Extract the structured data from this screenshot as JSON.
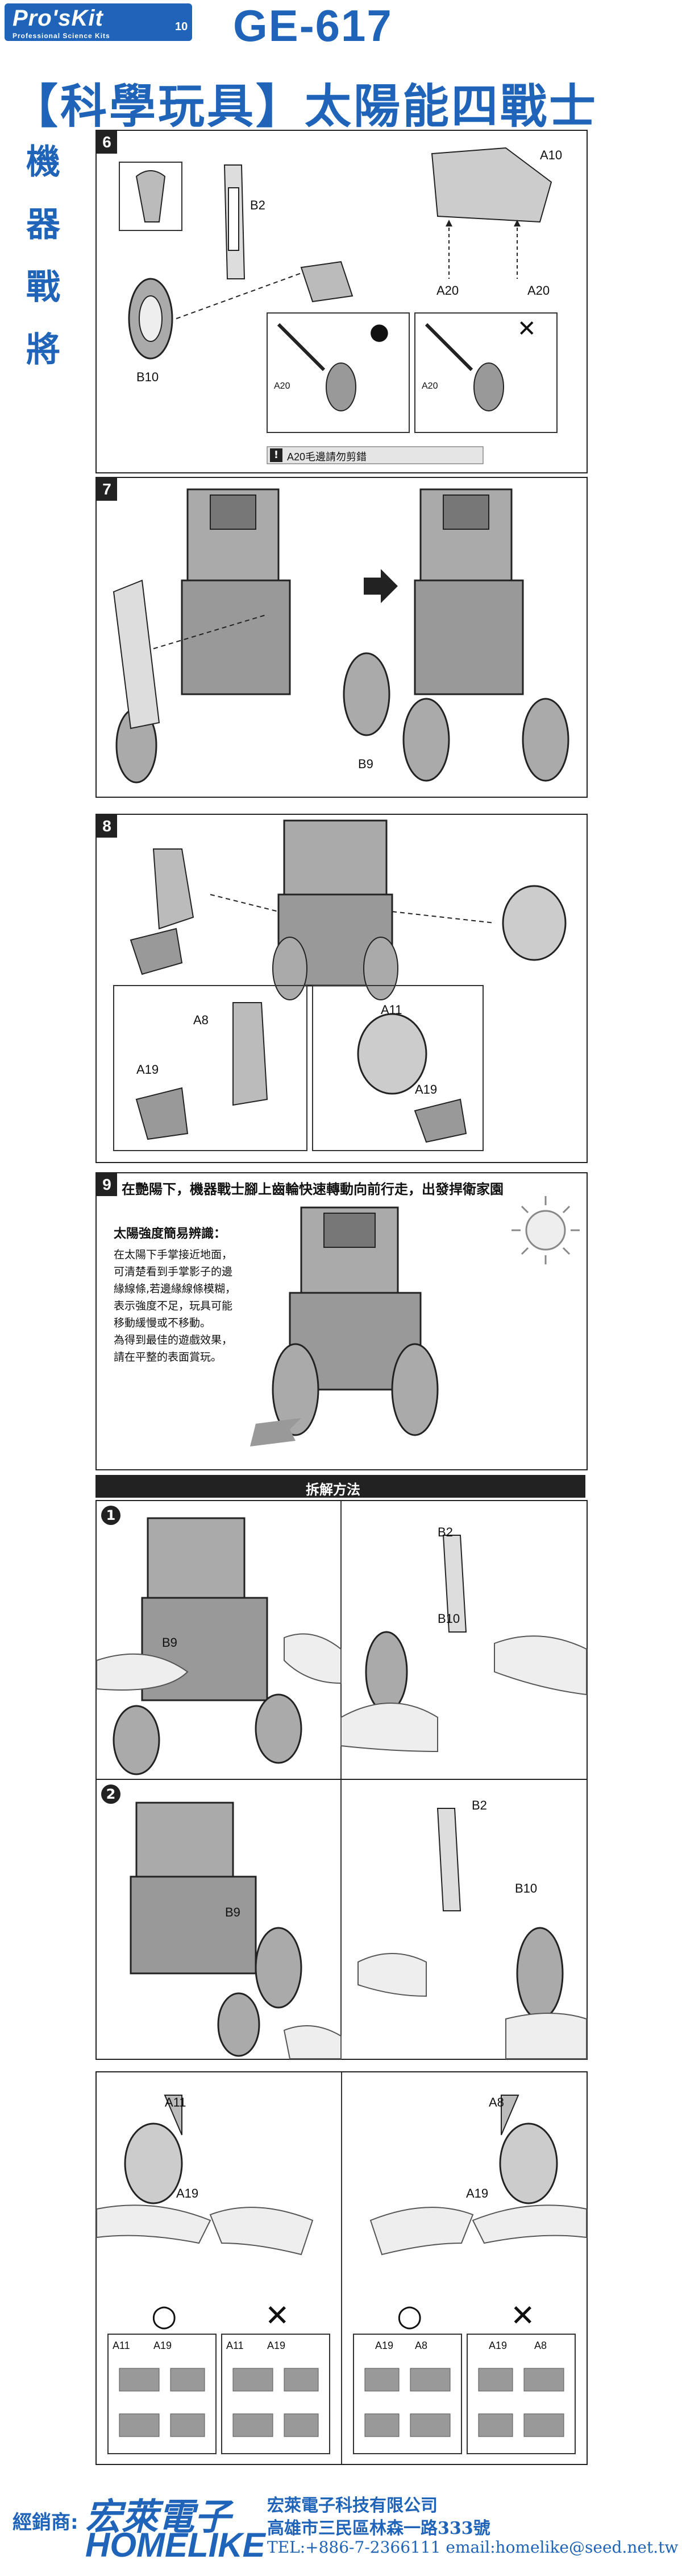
{
  "header": {
    "logo": "Pro'sKit",
    "logo_number": "10",
    "logo_tagline": "Professional Science Kits",
    "model": "GE-617",
    "title": "【科學玩具】太陽能四戰士",
    "vertical_title": "機器戰將",
    "vertical_chars": [
      "機",
      "器",
      "戰",
      "將"
    ]
  },
  "colors": {
    "brand_blue": "#1f64b8",
    "dark": "#222222"
  },
  "step6": {
    "number": "6",
    "labels": {
      "b2": "B2",
      "b10": "B10",
      "a10": "A10",
      "a20_left": "A20",
      "a20_right": "A20",
      "a20_small_1": "A20",
      "a20_small_2": "A20"
    },
    "check_mark": "●",
    "cross_mark": "✕",
    "warning_icon": "!",
    "warning_text": "A20毛邊請勿剪錯"
  },
  "step7": {
    "number": "7",
    "labels": {
      "b9": "B9"
    }
  },
  "step8": {
    "number": "8",
    "labels": {
      "a8": "A8",
      "a19_left": "A19",
      "a11": "A11",
      "a19_right": "A19"
    }
  },
  "step9": {
    "number": "9",
    "headline": "在艷陽下，機器戰士腳上齒輪快速轉動向前行走，出發捍衛家園",
    "tip_title": "太陽強度簡易辨識：",
    "tip_lines": [
      "在太陽下手掌接近地面，",
      "可清楚看到手掌影子的邊",
      "緣線條,若邊緣線條模糊，",
      "表示強度不足，玩具可能",
      "移動緩慢或不移動。",
      "為得到最佳的遊戲效果，",
      "請在平整的表面賞玩。"
    ]
  },
  "disassembly": {
    "heading": "拆解方法",
    "step1": {
      "number": "1",
      "labels": {
        "b9": "B9",
        "b2": "B2",
        "b10": "B10"
      }
    },
    "step2": {
      "number": "2",
      "labels": {
        "b9": "B9",
        "b2": "B2",
        "b10": "B10"
      }
    },
    "step3": {
      "labels": {
        "a11_left": "A11",
        "a19_left": "A19",
        "a8_right": "A8",
        "a19_right": "A19"
      },
      "ok_symbol": "○",
      "ng_symbol": "✕",
      "boxes": [
        {
          "l1": "A11",
          "l2": "A19"
        },
        {
          "l1": "A11",
          "l2": "A19"
        },
        {
          "l1": "A19",
          "l2": "A8"
        },
        {
          "l1": "A19",
          "l2": "A8"
        }
      ]
    }
  },
  "footer": {
    "dealer_label": "經銷商:",
    "brand_cn": "宏萊電子",
    "brand_en": "HOMELIKE",
    "company": "宏萊電子科技有限公司",
    "address": "高雄市三民區林森一路333號",
    "contact": "TEL:+886-7-2366111   email:homelike@seed.net.tw"
  }
}
